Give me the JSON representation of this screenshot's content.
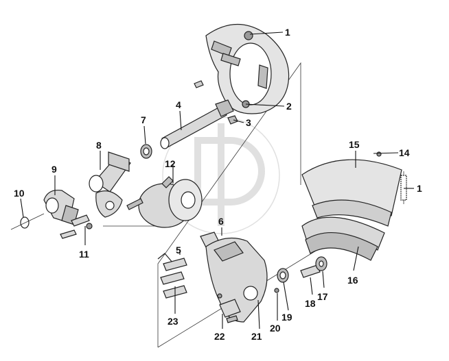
{
  "diagram": {
    "parts": [
      {
        "id": "p1a",
        "label": "1"
      },
      {
        "id": "p2",
        "label": "2"
      },
      {
        "id": "p3",
        "label": "3"
      },
      {
        "id": "p4",
        "label": "4"
      },
      {
        "id": "p5",
        "label": "5"
      },
      {
        "id": "p6",
        "label": "6"
      },
      {
        "id": "p7",
        "label": "7"
      },
      {
        "id": "p8",
        "label": "8"
      },
      {
        "id": "p9",
        "label": "9"
      },
      {
        "id": "p10",
        "label": "10"
      },
      {
        "id": "p11",
        "label": "11"
      },
      {
        "id": "p12",
        "label": "12"
      },
      {
        "id": "p14",
        "label": "14"
      },
      {
        "id": "p15",
        "label": "15"
      },
      {
        "id": "p1b",
        "label": "1"
      },
      {
        "id": "p16",
        "label": "16"
      },
      {
        "id": "p17",
        "label": "17"
      },
      {
        "id": "p18",
        "label": "18"
      },
      {
        "id": "p19",
        "label": "19"
      },
      {
        "id": "p20",
        "label": "20"
      },
      {
        "id": "p21",
        "label": "21"
      },
      {
        "id": "p22",
        "label": "22"
      },
      {
        "id": "p23",
        "label": "23"
      }
    ],
    "colors": {
      "line": "#111111",
      "part_fill": "#d9d9d9",
      "part_dark": "#9a9a9a",
      "watermark": "#c8c8c8"
    }
  }
}
